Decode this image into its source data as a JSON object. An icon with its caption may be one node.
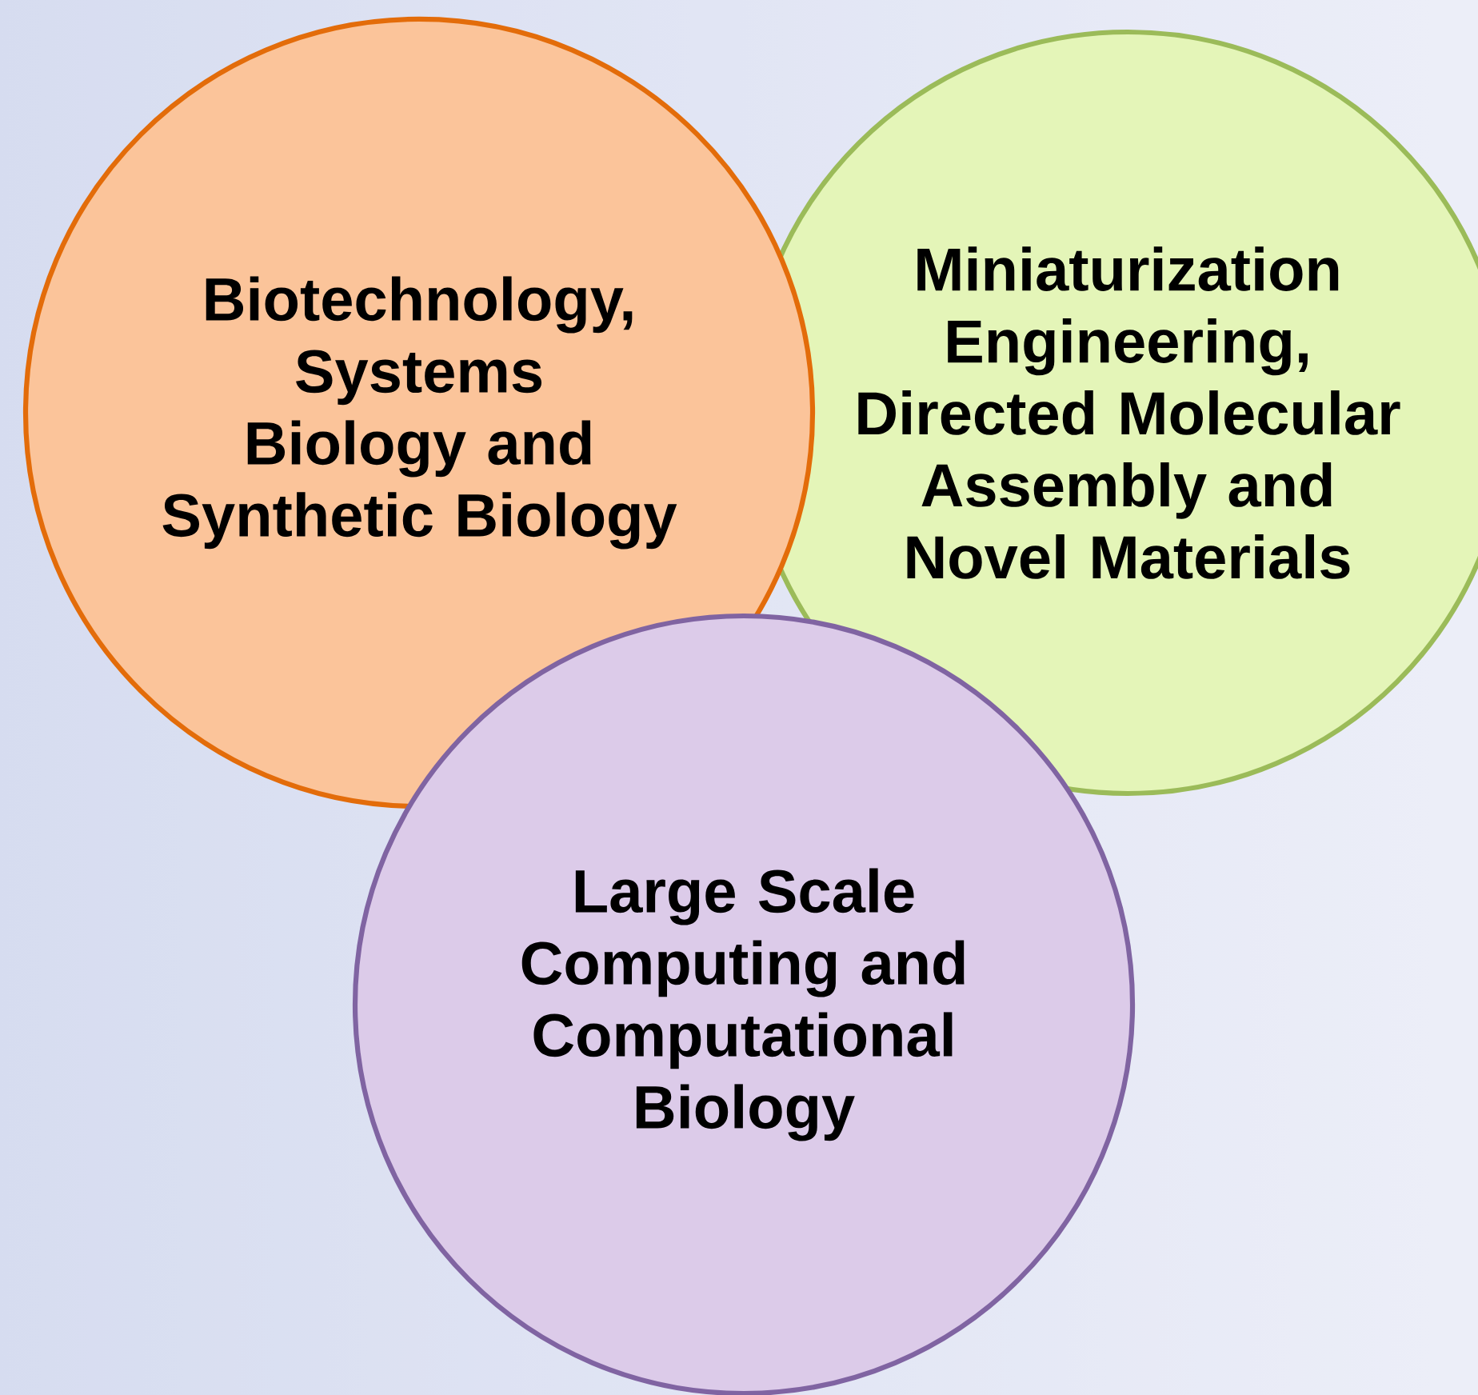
{
  "diagram": {
    "nodes": [
      {
        "text": [
          "Biotechnology, Systems Biology and Synthetic Biology"
        ]
      },
      {
        "text": [
          "Miniaturization Engineering, Directed Molecular Assembly and Novel Materials"
        ]
      },
      {
        "text": [
          "Large Scale Computing and Computational Biology"
        ]
      }
    ]
  }
}
